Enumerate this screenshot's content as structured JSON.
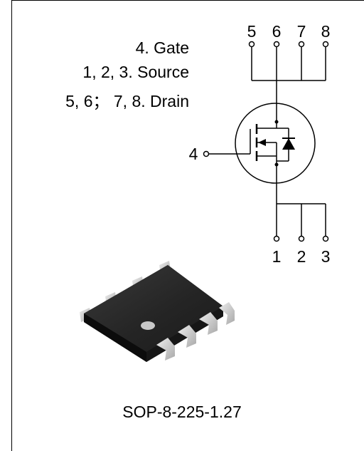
{
  "pin_legend": [
    "4. Gate",
    "1, 2, 3. Source",
    "5, 6； 7, 8. Drain"
  ],
  "pins": {
    "drain": [
      "5",
      "6",
      "7",
      "8"
    ],
    "gate": "4",
    "source": [
      "1",
      "2",
      "3"
    ]
  },
  "package_label": "SOP-8-225-1.27"
}
